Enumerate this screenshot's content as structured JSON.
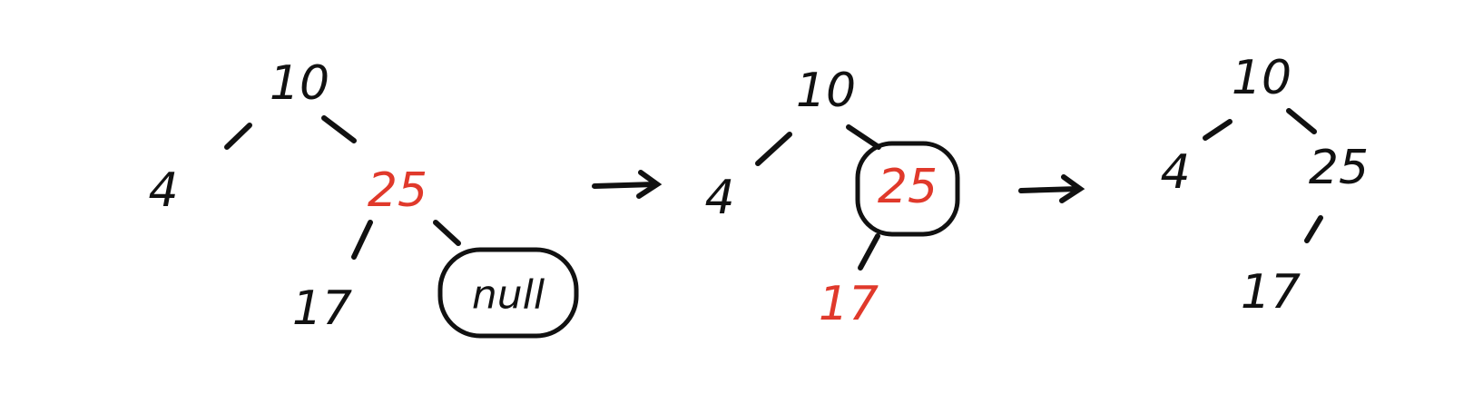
{
  "colors": {
    "ink": "#111111",
    "highlight": "#e0392b"
  },
  "stages": [
    {
      "nodes": {
        "root": "10",
        "left": "4",
        "right": "25",
        "right_left": "17",
        "right_right": "null"
      }
    },
    {
      "nodes": {
        "root": "10",
        "left": "4",
        "right": "25",
        "right_left": "17"
      }
    },
    {
      "nodes": {
        "root": "10",
        "left": "4",
        "right": "25",
        "right_left": "17"
      }
    }
  ],
  "arrows": [
    "→",
    "→"
  ]
}
